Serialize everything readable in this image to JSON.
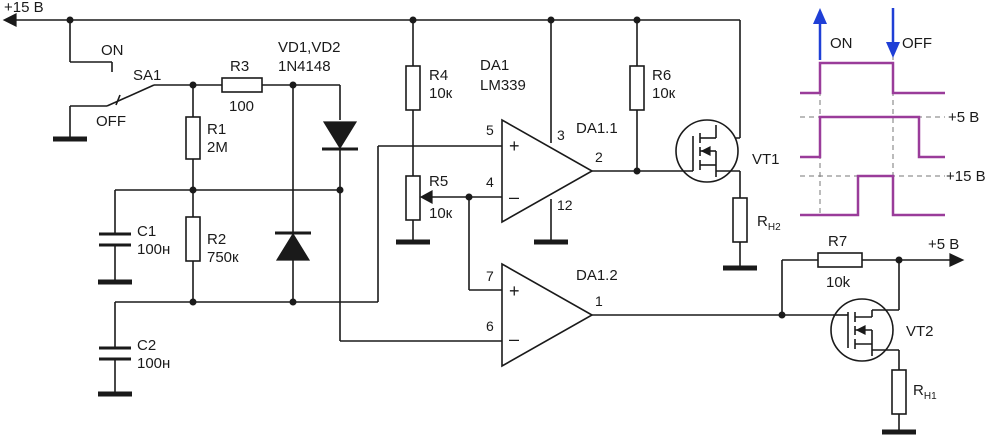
{
  "labels": {
    "supply_15": "+15 В",
    "switch_on": "ON",
    "switch_off": "OFF",
    "switch_name": "SA1",
    "r3_name": "R3",
    "r3_value": "100",
    "diodes_name": "VD1,VD2",
    "diodes_value": "1N4148",
    "r4_name": "R4",
    "r4_value": "10к",
    "r5_name": "R5",
    "r5_value": "10к",
    "r6_name": "R6",
    "r6_value": "10к",
    "r1_name": "R1",
    "r1_value": "2M",
    "r2_name": "R2",
    "r2_value": "750к",
    "c1_name": "C1",
    "c1_value": "100н",
    "c2_name": "C2",
    "c2_value": "100н",
    "da1_name": "DA1",
    "da1_value": "LM339",
    "da11_name": "DA1.1",
    "da12_name": "DA1.2",
    "r7_name": "R7",
    "r7_value": "10k",
    "out_5v": "+5 В",
    "vt1_name": "VT1",
    "vt2_name": "VT2",
    "rh2_main": "R",
    "rh2_sub": "H2",
    "rh1_main": "R",
    "rh1_sub": "H1",
    "pin_3": "3",
    "pin_12": "12",
    "pin_5": "5",
    "pin_4": "4",
    "pin_2": "2",
    "pin_7": "7",
    "pin_6": "6",
    "pin_1": "1",
    "plus_sign": "+",
    "minus_sign": "–"
  },
  "timing": {
    "on_label": "ON",
    "off_label": "OFF",
    "level_5v": "+5 В",
    "level_15v": "+15 В",
    "arrow_color": "#1f3fd6",
    "trace_color": "#9a3c9a"
  }
}
